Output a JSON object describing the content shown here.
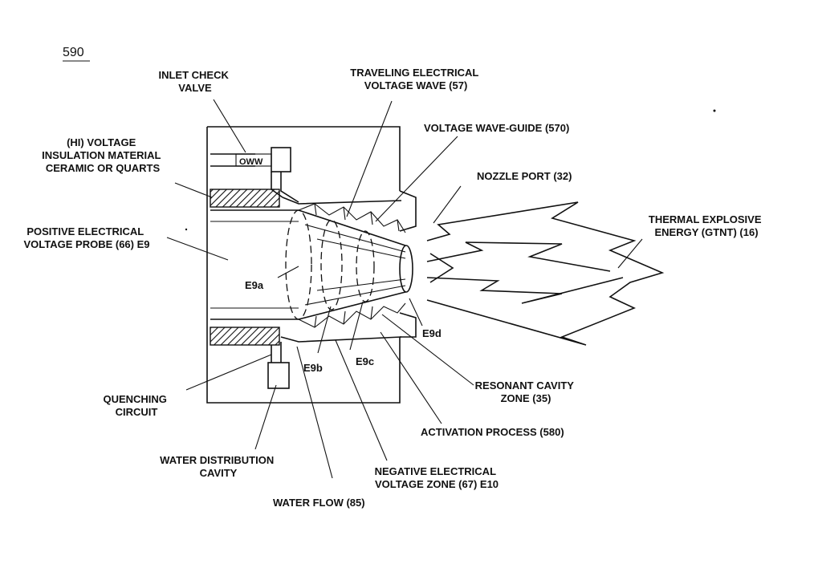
{
  "figure_number": "590",
  "labels": {
    "inlet_check_valve": [
      "INLET CHECK",
      "VALVE"
    ],
    "traveling_wave": [
      "TRAVELING ELECTRICAL",
      "VOLTAGE WAVE (57)"
    ],
    "voltage_wave_guide": [
      "VOLTAGE WAVE-GUIDE (570)"
    ],
    "insulation": [
      "(HI) VOLTAGE",
      "INSULATION MATERIAL",
      "CERAMIC OR QUARTS"
    ],
    "nozzle_port": [
      "NOZZLE PORT (32)"
    ],
    "thermal_energy": [
      "THERMAL EXPLOSIVE",
      "ENERGY (GTNT) (16)"
    ],
    "positive_probe": [
      "POSITIVE ELECTRICAL",
      "VOLTAGE  PROBE (66) E9"
    ],
    "e9a": "E9a",
    "e9b": "E9b",
    "e9c": "E9c",
    "e9d": "E9d",
    "valve_symbol": "OWW",
    "resonant_cavity": [
      "RESONANT CAVITY",
      "ZONE (35)"
    ],
    "quenching_circuit": [
      "QUENCHING",
      "CIRCUIT"
    ],
    "activation_process": [
      "ACTIVATION PROCESS (580)"
    ],
    "water_distribution": [
      "WATER DISTRIBUTION",
      "CAVITY"
    ],
    "negative_zone": [
      "NEGATIVE ELECTRICAL",
      "VOLTAGE ZONE (67) E10"
    ],
    "water_flow": [
      "WATER FLOW (85)"
    ]
  }
}
